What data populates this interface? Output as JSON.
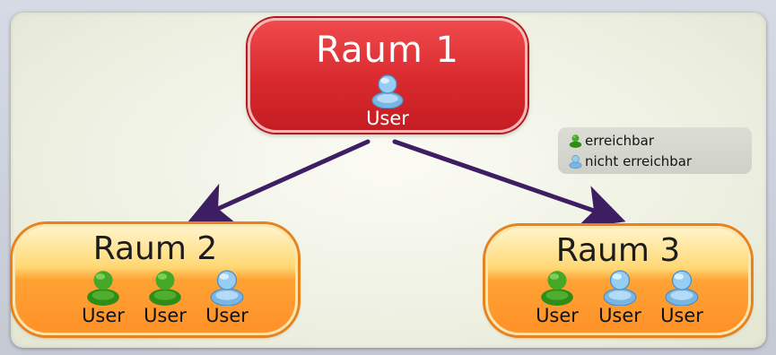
{
  "rooms": {
    "room1": {
      "title": "Raum 1",
      "users": [
        {
          "label": "User",
          "status": "nicht erreichbar"
        }
      ]
    },
    "room2": {
      "title": "Raum 2",
      "users": [
        {
          "label": "User",
          "status": "erreichbar"
        },
        {
          "label": "User",
          "status": "erreichbar"
        },
        {
          "label": "User",
          "status": "nicht erreichbar"
        }
      ]
    },
    "room3": {
      "title": "Raum 3",
      "users": [
        {
          "label": "User",
          "status": "erreichbar"
        },
        {
          "label": "User",
          "status": "nicht erreichbar"
        },
        {
          "label": "User",
          "status": "nicht erreichbar"
        }
      ]
    }
  },
  "legend": {
    "reachable": "erreichbar",
    "unreachable": "nicht erreichbar"
  },
  "edges": [
    {
      "from": "Raum 1",
      "to": "Raum 2"
    },
    {
      "from": "Raum 1",
      "to": "Raum 3"
    }
  ],
  "colors": {
    "reachable_icon": "#3a9a1e",
    "unreachable_icon": "#8fc6ee",
    "room1_fill": "#d92a2e",
    "room_fill_orange": "#ffa234",
    "arrow": "#3d1e63"
  }
}
